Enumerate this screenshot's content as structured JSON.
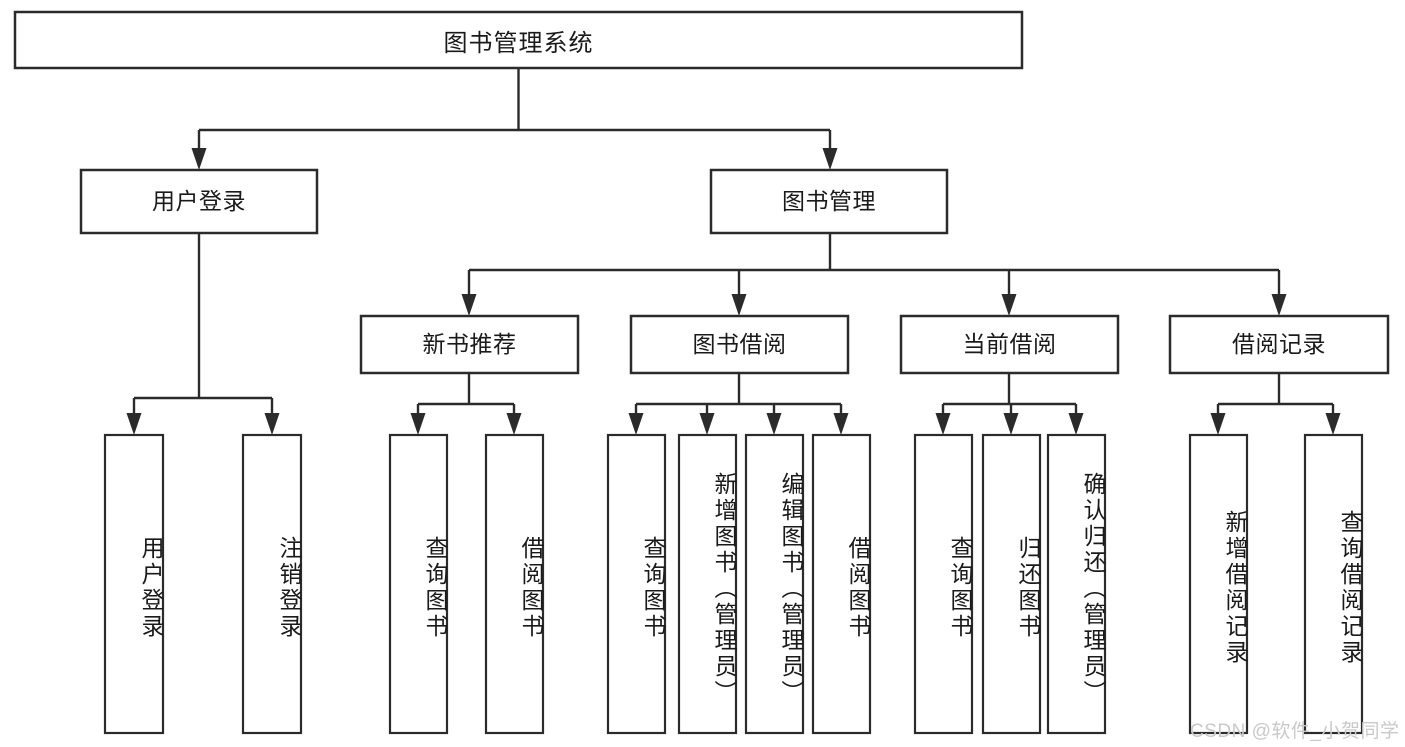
{
  "diagram": {
    "kind": "tree-hierarchy",
    "colors": {
      "stroke": "#2b2b2b",
      "fill": "#ffffff",
      "text": "#1a1a1a",
      "watermark": "#c9c9c9",
      "background": "#ffffff"
    },
    "root": {
      "label": "图书管理系统"
    },
    "level2": [
      {
        "label": "用户登录"
      },
      {
        "label": "图书管理"
      }
    ],
    "level3": [
      {
        "label": "新书推荐"
      },
      {
        "label": "图书借阅"
      },
      {
        "label": "当前借阅"
      },
      {
        "label": "借阅记录"
      }
    ],
    "leaves": [
      {
        "label": "用户登录",
        "parent": "用户登录"
      },
      {
        "label": "注销登录",
        "parent": "用户登录"
      },
      {
        "label": "查询图书",
        "parent": "新书推荐"
      },
      {
        "label": "借阅图书",
        "parent": "新书推荐"
      },
      {
        "label": "查询图书",
        "parent": "图书借阅"
      },
      {
        "label": "新增图书（管理员）",
        "parent": "图书借阅"
      },
      {
        "label": "编辑图书（管理员）",
        "parent": "图书借阅"
      },
      {
        "label": "借阅图书",
        "parent": "图书借阅"
      },
      {
        "label": "查询图书",
        "parent": "当前借阅"
      },
      {
        "label": "归还图书",
        "parent": "当前借阅"
      },
      {
        "label": "确认归还（管理员）",
        "parent": "当前借阅"
      },
      {
        "label": "新增借阅记录",
        "parent": "借阅记录"
      },
      {
        "label": "查询借阅记录",
        "parent": "借阅记录"
      }
    ]
  },
  "watermark": {
    "text": "CSDN @软件_小贺同学"
  }
}
